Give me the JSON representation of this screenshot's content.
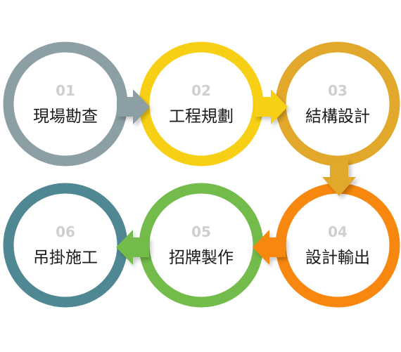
{
  "process": {
    "steps": [
      {
        "number": "01",
        "label": "現場勘查",
        "color": "#8b9fa5"
      },
      {
        "number": "02",
        "label": "工程規劃",
        "color": "#f7cf14"
      },
      {
        "number": "03",
        "label": "結構設計",
        "color": "#e2a82c"
      },
      {
        "number": "04",
        "label": "設計輸出",
        "color": "#f7870e"
      },
      {
        "number": "05",
        "label": "招牌製作",
        "color": "#73bb4a"
      },
      {
        "number": "06",
        "label": "吊掛施工",
        "color": "#4f8893"
      }
    ],
    "number_color": "#cfcfcf",
    "label_color": "#1a1a1a"
  }
}
